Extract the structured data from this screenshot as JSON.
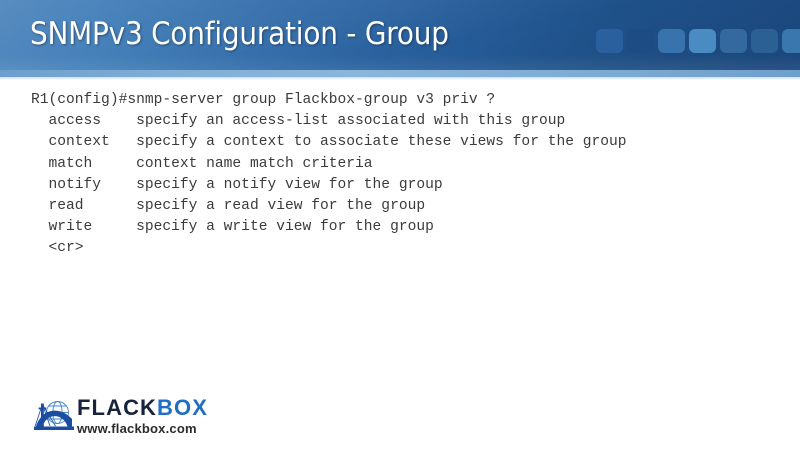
{
  "header": {
    "title": "SNMPv3 Configuration - Group",
    "gradient_left": "#4480b9",
    "gradient_right": "#1c4a82",
    "underband_color": "#8ab6da",
    "title_color": "#ffffff",
    "squares": [
      {
        "name": "header-square-1",
        "color": "#2a609e"
      },
      {
        "name": "header-square-2",
        "color": "#1d4c84"
      },
      {
        "name": "header-square-3",
        "color": "#3873ad"
      },
      {
        "name": "header-square-4",
        "color": "#4b8bc4"
      },
      {
        "name": "header-square-5",
        "color": "#33699f"
      },
      {
        "name": "header-square-6",
        "color": "#2b6095"
      },
      {
        "name": "header-square-7",
        "color": "#3a77ae"
      }
    ]
  },
  "console": {
    "text_color": "#3b3b3b",
    "lines": [
      "R1(config)#snmp-server group Flackbox-group v3 priv ?",
      "  access    specify an access-list associated with this group",
      "  context   specify a context to associate these views for the group",
      "  match     context name match criteria",
      "  notify    specify a notify view for the group",
      "  read      specify a read view for the group",
      "  write     specify a write view for the group",
      "  <cr>"
    ]
  },
  "footer": {
    "logo": {
      "icon_name": "flackbox-bridge-icon",
      "word_primary": "FLACK",
      "word_secondary": "BOX",
      "url": "www.flackbox.com",
      "primary_color": "#18223c",
      "secondary_color": "#1f6fc4"
    }
  }
}
